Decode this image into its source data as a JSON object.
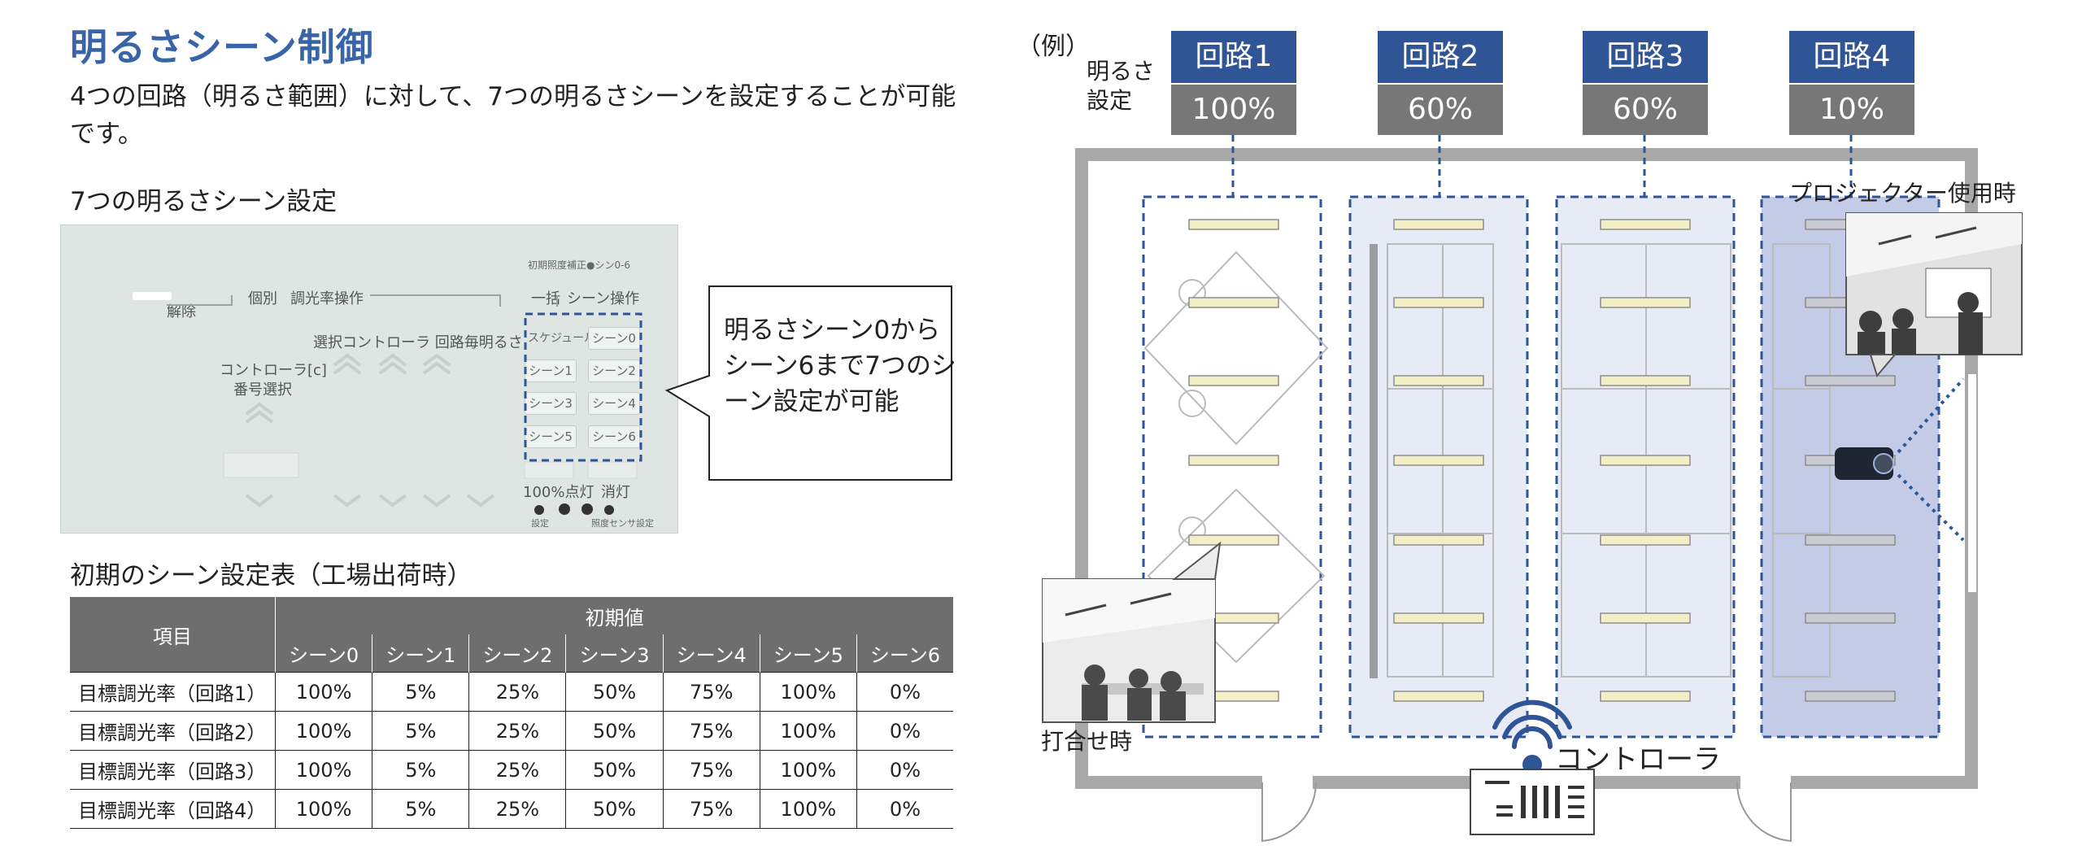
{
  "title": "明るさシーン制御",
  "intro": "4つの回路（明るさ範囲）に対して、7つの明るさシーンを設定することが可能です。",
  "section_panel": "7つの明るさシーン設定",
  "section_table": "初期のシーン設定表（工場出荷時）",
  "panel": {
    "top_note": "初期照度補正●シン0-6",
    "release": "解除",
    "individual": "個別",
    "dimming_op": "調光率操作",
    "bulk": "一括",
    "scene_op": "シーン操作",
    "controller_no": "コントローラ[c]",
    "number_select": "番号選択",
    "select_circuit": "選択コントローラ 回路毎明るさ",
    "schedule": "スケジュール",
    "keys": [
      "シーン0",
      "シーン1",
      "シーン2",
      "シーン3",
      "シーン4",
      "シーン5",
      "シーン6"
    ],
    "full_on": "100%点灯",
    "off": "消灯",
    "setting": "設定",
    "sensor_setting": "照度センサ設定"
  },
  "callout": "明るさシーン0からシーン6まで7つのシーン設定が可能",
  "table": {
    "item_header": "項目",
    "initial_header": "初期値",
    "scenes": [
      "シーン0",
      "シーン1",
      "シーン2",
      "シーン3",
      "シーン4",
      "シーン5",
      "シーン6"
    ],
    "rows": [
      {
        "label": "目標調光率（回路1）",
        "values": [
          "100%",
          "5%",
          "25%",
          "50%",
          "75%",
          "100%",
          "0%"
        ]
      },
      {
        "label": "目標調光率（回路2）",
        "values": [
          "100%",
          "5%",
          "25%",
          "50%",
          "75%",
          "100%",
          "0%"
        ]
      },
      {
        "label": "目標調光率（回路3）",
        "values": [
          "100%",
          "5%",
          "25%",
          "50%",
          "75%",
          "100%",
          "0%"
        ]
      },
      {
        "label": "目標調光率（回路4）",
        "values": [
          "100%",
          "5%",
          "25%",
          "50%",
          "75%",
          "100%",
          "0%"
        ]
      }
    ]
  },
  "diagram": {
    "example": "（例）",
    "brightness_label": "明るさ",
    "setting_label": "設定",
    "circuits": [
      {
        "name": "回路1",
        "value": "100%"
      },
      {
        "name": "回路2",
        "value": "60%"
      },
      {
        "name": "回路3",
        "value": "60%"
      },
      {
        "name": "回路4",
        "value": "10%"
      }
    ],
    "projector_label": "プロジェクター使用時",
    "meeting_label": "打合せ時",
    "controller_label": "コントローラ",
    "colors": {
      "circuit_box": "#2f5597",
      "value_box": "#777777",
      "zone_fill": "#e6ebf5",
      "zone4_fill": "#c3cbe6",
      "dash": "#2f5597"
    }
  }
}
